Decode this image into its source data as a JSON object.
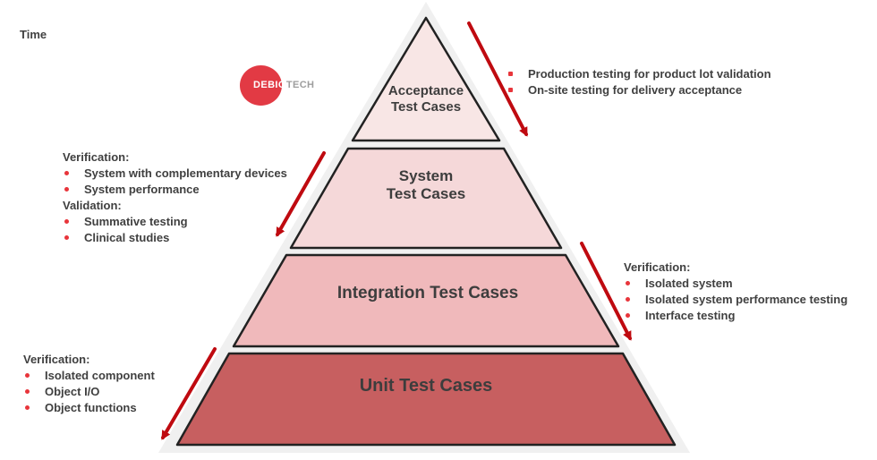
{
  "time_label": "Time",
  "logo": {
    "text_primary": "DEBIO",
    "text_secondary": "TECH",
    "circle_color": "#e23a44"
  },
  "colors": {
    "casing": "#f0f0f0",
    "outline": "#222222",
    "arrow_red": "#bf0a10",
    "bullet_red": "#e8353b",
    "label_gray": "#3d3d3d"
  },
  "pyramid": {
    "levels": [
      {
        "id": "acceptance",
        "lines": [
          "Acceptance",
          "Test Cases"
        ],
        "fill": "#f8e6e5"
      },
      {
        "id": "system",
        "lines": [
          "System",
          "Test Cases"
        ],
        "fill": "#f5d8d9"
      },
      {
        "id": "integration",
        "lines": [
          "Integration Test Cases"
        ],
        "fill": "#f0b9bb"
      },
      {
        "id": "unit",
        "lines": [
          "Unit Test Cases"
        ],
        "fill": "#c75f60"
      }
    ]
  },
  "annotations": {
    "top_right": {
      "items": [
        "Production testing for product lot validation",
        "On-site testing for delivery acceptance"
      ]
    },
    "left_system": {
      "sections": [
        {
          "heading": "Verification:",
          "items": [
            "System with complementary devices",
            "System performance"
          ]
        },
        {
          "heading": "Validation:",
          "items": [
            "Summative testing",
            "Clinical studies"
          ]
        }
      ]
    },
    "right_integration": {
      "heading": "Verification:",
      "items": [
        "Isolated system",
        "Isolated system performance testing",
        "Interface testing"
      ]
    },
    "bottom_left_unit": {
      "heading": "Verification:",
      "items": [
        "Isolated component",
        "Object I/O",
        "Object functions"
      ]
    }
  }
}
